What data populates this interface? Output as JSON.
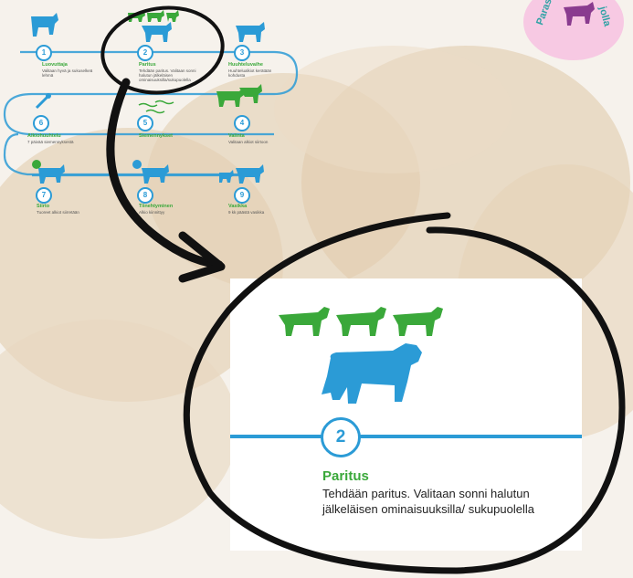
{
  "badge": {
    "text_left": "Paras",
    "text_right": "jolla"
  },
  "steps": [
    {
      "n": "1",
      "title": "Luovuttaja",
      "desc": "Valitaan hyvä ja sukuselkeä lehmä"
    },
    {
      "n": "2",
      "title": "Paritus",
      "desc": "Tehdään paritus. Valitaan sonni halutun jälkeläisen ominaisuuksilla/sukupuolella"
    },
    {
      "n": "3",
      "title": "Huuhteluvaihe",
      "desc": "Huuhtelualkiot kerätään kohdusta"
    },
    {
      "n": "4",
      "title": "Valinta",
      "desc": "Valitaan alkiot siirtoon"
    },
    {
      "n": "5",
      "title": "Siemennykset",
      "desc": ""
    },
    {
      "n": "6",
      "title": "Alkiohuuhtelu",
      "desc": "7 päivää siemennyksestä"
    },
    {
      "n": "7",
      "title": "Siirto",
      "desc": "Tuoreet alkiot siirretään"
    },
    {
      "n": "8",
      "title": "Tiinehtyminen",
      "desc": "Alkio kiinnittyy"
    },
    {
      "n": "9",
      "title": "Vasikka",
      "desc": "9 kk päästä vasikka"
    }
  ],
  "zoom": {
    "number": "2",
    "title": "Paritus",
    "description": "Tehdään paritus. Valitaan sonni halutun jälkeläisen ominaisuuksilla/ sukupuolella"
  },
  "colors": {
    "green": "#3aa83a",
    "blue": "#2b9bd6",
    "ink": "#111111",
    "paper": "#f6f2ec"
  },
  "icons": [
    "cow-icon",
    "pipette-icon",
    "sperm-icon",
    "calf-icon"
  ]
}
